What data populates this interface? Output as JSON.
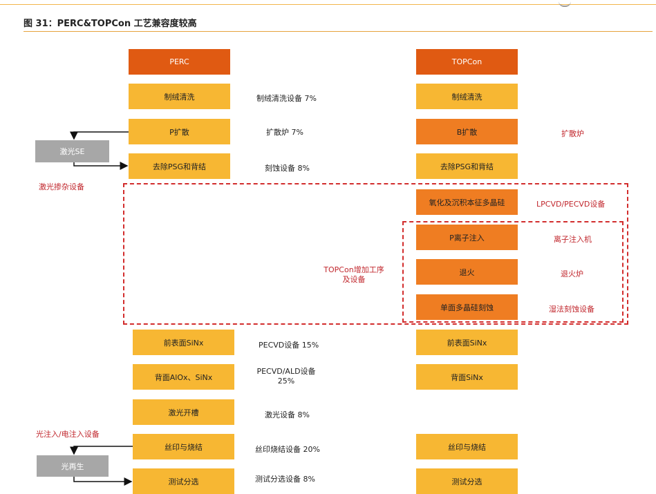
{
  "figure": {
    "title": "图 31：PERC&TOPCon 工艺兼容度较高"
  },
  "perc": {
    "header": "PERC",
    "steps": [
      "制绒清洗",
      "P扩散",
      "去除PSG和背结",
      "前表面SiNx",
      "背面AlOx、SiNx",
      "激光开槽",
      "丝印与烧结",
      "测试分选"
    ],
    "equipment": [
      "制绒清洗设备 7%",
      "扩散炉 7%",
      "刻蚀设备 8%",
      "PECVD设备 15%",
      "PECVD/ALD设备\n25%",
      "激光设备 8%",
      "丝印烧结设备 20%",
      "测试分选设备 8%"
    ]
  },
  "topcon": {
    "header": "TOPCon",
    "steps": [
      "制绒清洗",
      "B扩散",
      "去除PSG和背结",
      "氧化及沉积本征多晶硅",
      "P离子注入",
      "退火",
      "单面多晶硅刻蚀",
      "前表面SiNx",
      "背面SiNx",
      "丝印与烧结",
      "测试分选"
    ],
    "equipment": [
      "扩散炉",
      "LPCVD/PECVD设备",
      "离子注入机",
      "退火炉",
      "湿法刻蚀设备"
    ]
  },
  "side": {
    "laser_se": "激光SE",
    "laser_doping": "激光掺杂设备",
    "light_regen": "光再生",
    "light_injection": "光注入/电注入设备"
  },
  "added_process_label": "TOPCon增加工序\n及设备",
  "colors": {
    "header": "#e05a12",
    "yellow_step": "#f7b733",
    "orange_step": "#ef7d22",
    "gray_box": "#a7a7a7",
    "red_text": "#c1272d",
    "dash": "#d22c2c"
  }
}
